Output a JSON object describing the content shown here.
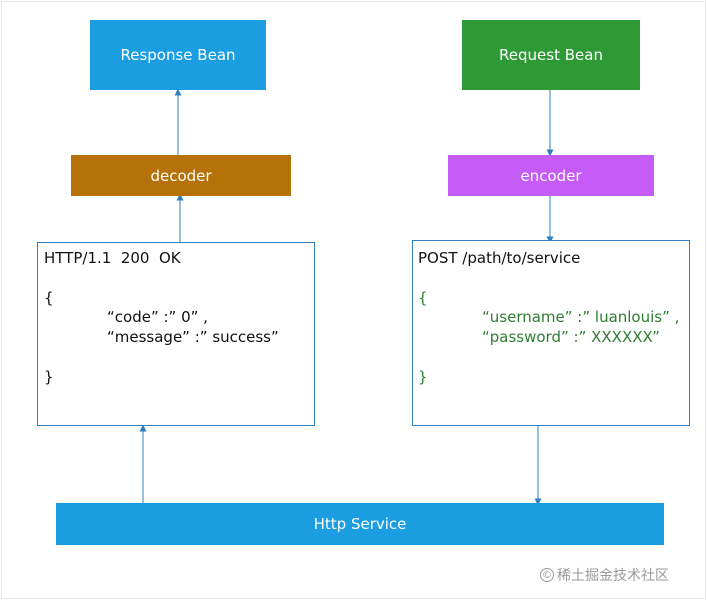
{
  "colors": {
    "response_bean": "#1a9de1",
    "request_bean": "#2e9a35",
    "decoder": "#b67109",
    "encoder": "#c65cf7",
    "http_service": "#1a9de1",
    "arrow": "#2f7fc1"
  },
  "boxes": {
    "response_bean": "Response Bean",
    "request_bean": "Request Bean",
    "decoder": "decoder",
    "encoder": "encoder",
    "http_service": "Http Service"
  },
  "response_message": {
    "status_line": "HTTP/1.1  200  OK",
    "open_brace": "{",
    "line_code": "“code” :” 0” ,",
    "line_message": "“message” :” success”",
    "close_brace": "}"
  },
  "request_message": {
    "request_line": "POST /path/to/service",
    "open_brace": "{",
    "line_username": "“username” :” luanlouis” ,",
    "line_password": "“password” :” XXXXXX”",
    "close_brace": "}"
  },
  "watermark": {
    "icon": "©",
    "text": "稀土掘金技术社区"
  }
}
